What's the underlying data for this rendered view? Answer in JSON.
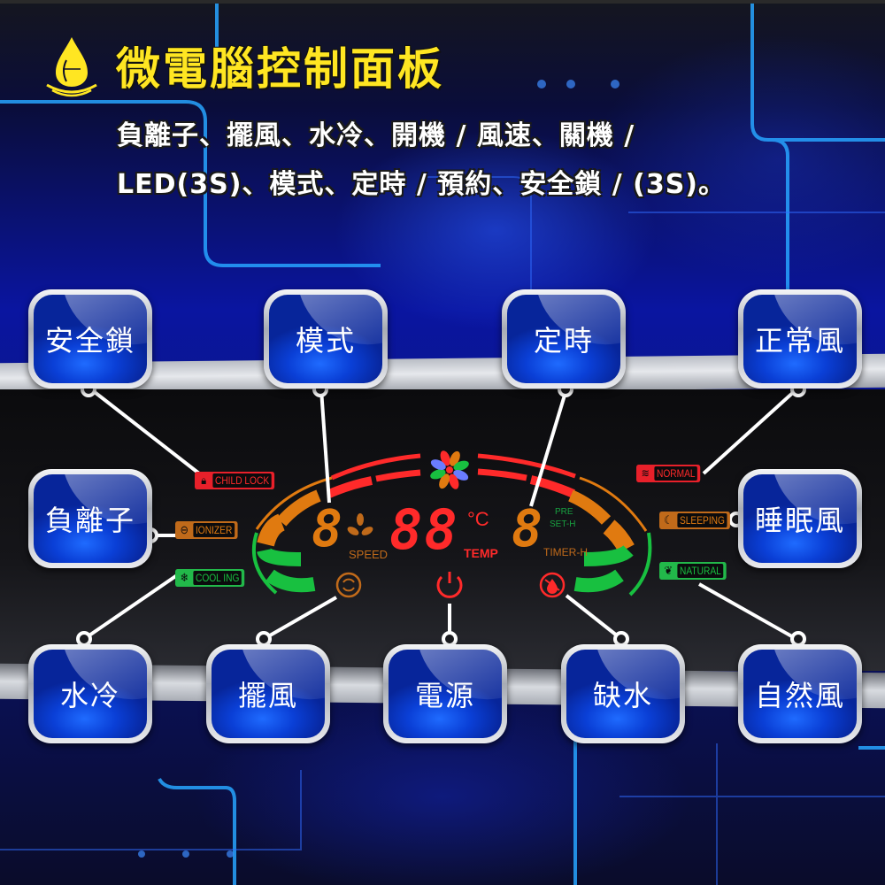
{
  "header": {
    "title": "微電腦控制面板",
    "icon": "water-drop-icon",
    "title_color": "#ffe622",
    "description_line1": "負離子、擺風、水冷、開機 / 風速、關機 /",
    "description_line2": "LED(3S)、模式、定時 / 預約、安全鎖 / (3S)。"
  },
  "buttons": {
    "child_lock": "安全鎖",
    "mode": "模式",
    "timer": "定時",
    "normal_wind": "正常風",
    "ionizer": "負離子",
    "sleep_wind": "睡眠風",
    "water_cool": "水冷",
    "swing": "擺風",
    "power": "電源",
    "water_shortage": "缺水",
    "natural_wind": "自然風"
  },
  "indicators": {
    "child_lock": {
      "label": "CHILD LOCK",
      "color": "#e8202a"
    },
    "ionizer": {
      "label": "IONIZER",
      "color": "#c06a1a"
    },
    "cooling": {
      "label": "COOL ING",
      "color": "#22b84a"
    },
    "normal": {
      "label": "NORMAL",
      "color": "#e8202a"
    },
    "sleeping": {
      "label": "SLEEPING",
      "color": "#c06a1a"
    },
    "natural": {
      "label": "NATURAL",
      "color": "#22b84a"
    }
  },
  "display": {
    "speed_digit": "8",
    "speed_label": "SPEED",
    "temp_digits": "88",
    "temp_unit": "°C",
    "temp_label": "TEMP",
    "timer_digit": "8",
    "preset_label_1": "PRE",
    "preset_label_2": "SET-H",
    "timer_label": "TIMER-H",
    "colors": {
      "red": "#ff2a2a",
      "orange": "#e07a10",
      "green": "#18c040"
    }
  }
}
